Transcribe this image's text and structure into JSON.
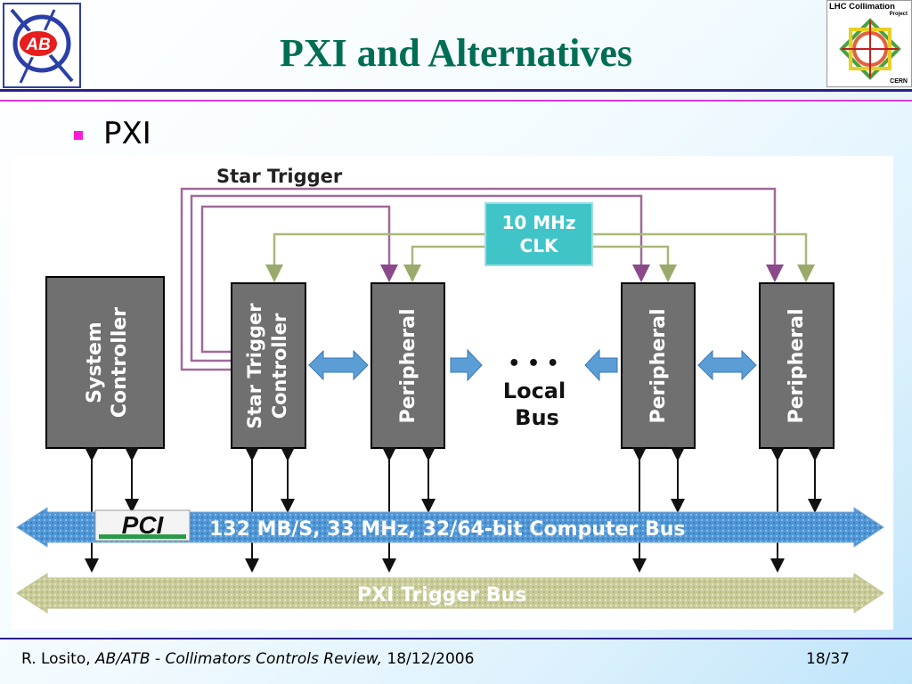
{
  "header": {
    "title": "PXI and Alternatives",
    "logo_left": "AB",
    "logo_right": {
      "line1": "LHC Collimation",
      "line2": "Project",
      "line3": "CERN"
    }
  },
  "bullet": {
    "text": "PXI"
  },
  "diagram": {
    "star_trigger_label": "Star Trigger",
    "clock": {
      "line1": "10 MHz",
      "line2": "CLK"
    },
    "modules": {
      "system_controller": {
        "line1": "System",
        "line2": "Controller"
      },
      "star_trigger_controller": {
        "line1": "Star Trigger",
        "line2": "Controller"
      },
      "peripheral": "Peripheral"
    },
    "local_bus": {
      "dots": "• • •",
      "line1": "Local",
      "line2": "Bus"
    },
    "pci_logo": "PCI",
    "computer_bus": "132 MB/S, 33 MHz, 32/64-bit Computer Bus",
    "trigger_bus": "PXI Trigger Bus",
    "colors": {
      "module": "#707070",
      "clock": "#40c4c8",
      "computer_bus": "#4f97d6",
      "trigger_bus": "#c9cc99",
      "star_line": "#a06a9a",
      "clk_line": "#a9b87a",
      "arrow": "#5b9ed6"
    }
  },
  "footer": {
    "author": "R. Losito,",
    "event": "AB/ATB - Collimators Controls Review,",
    "date": "18/12/2006",
    "page": "18/37"
  }
}
